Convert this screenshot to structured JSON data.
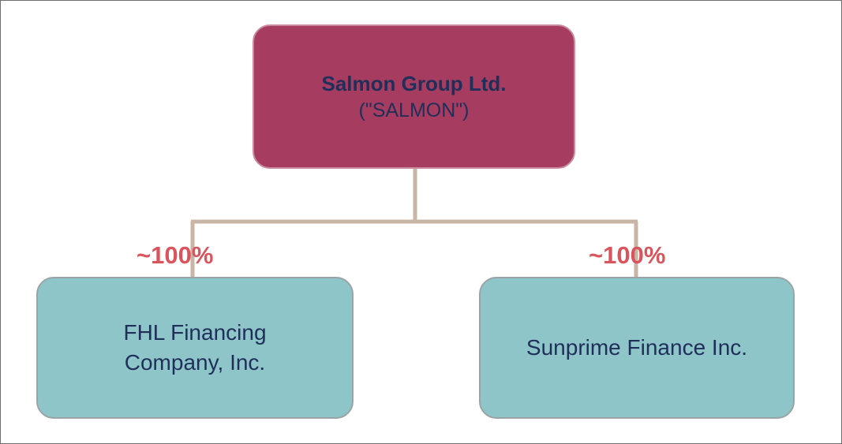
{
  "diagram": {
    "parent": {
      "name": "Salmon Group Ltd.",
      "alias": "(\"SALMON\")",
      "fill_color": "#a63c5f"
    },
    "connector_color": "#c8b5a6",
    "children": [
      {
        "name": "FHL Financing Company, Inc.",
        "ownership": "~100%",
        "fill_color": "#8ec5c8"
      },
      {
        "name": "Sunprime Finance Inc.",
        "ownership": "~100%",
        "fill_color": "#8ec5c8"
      }
    ],
    "ownership_color": "#d9545c"
  }
}
